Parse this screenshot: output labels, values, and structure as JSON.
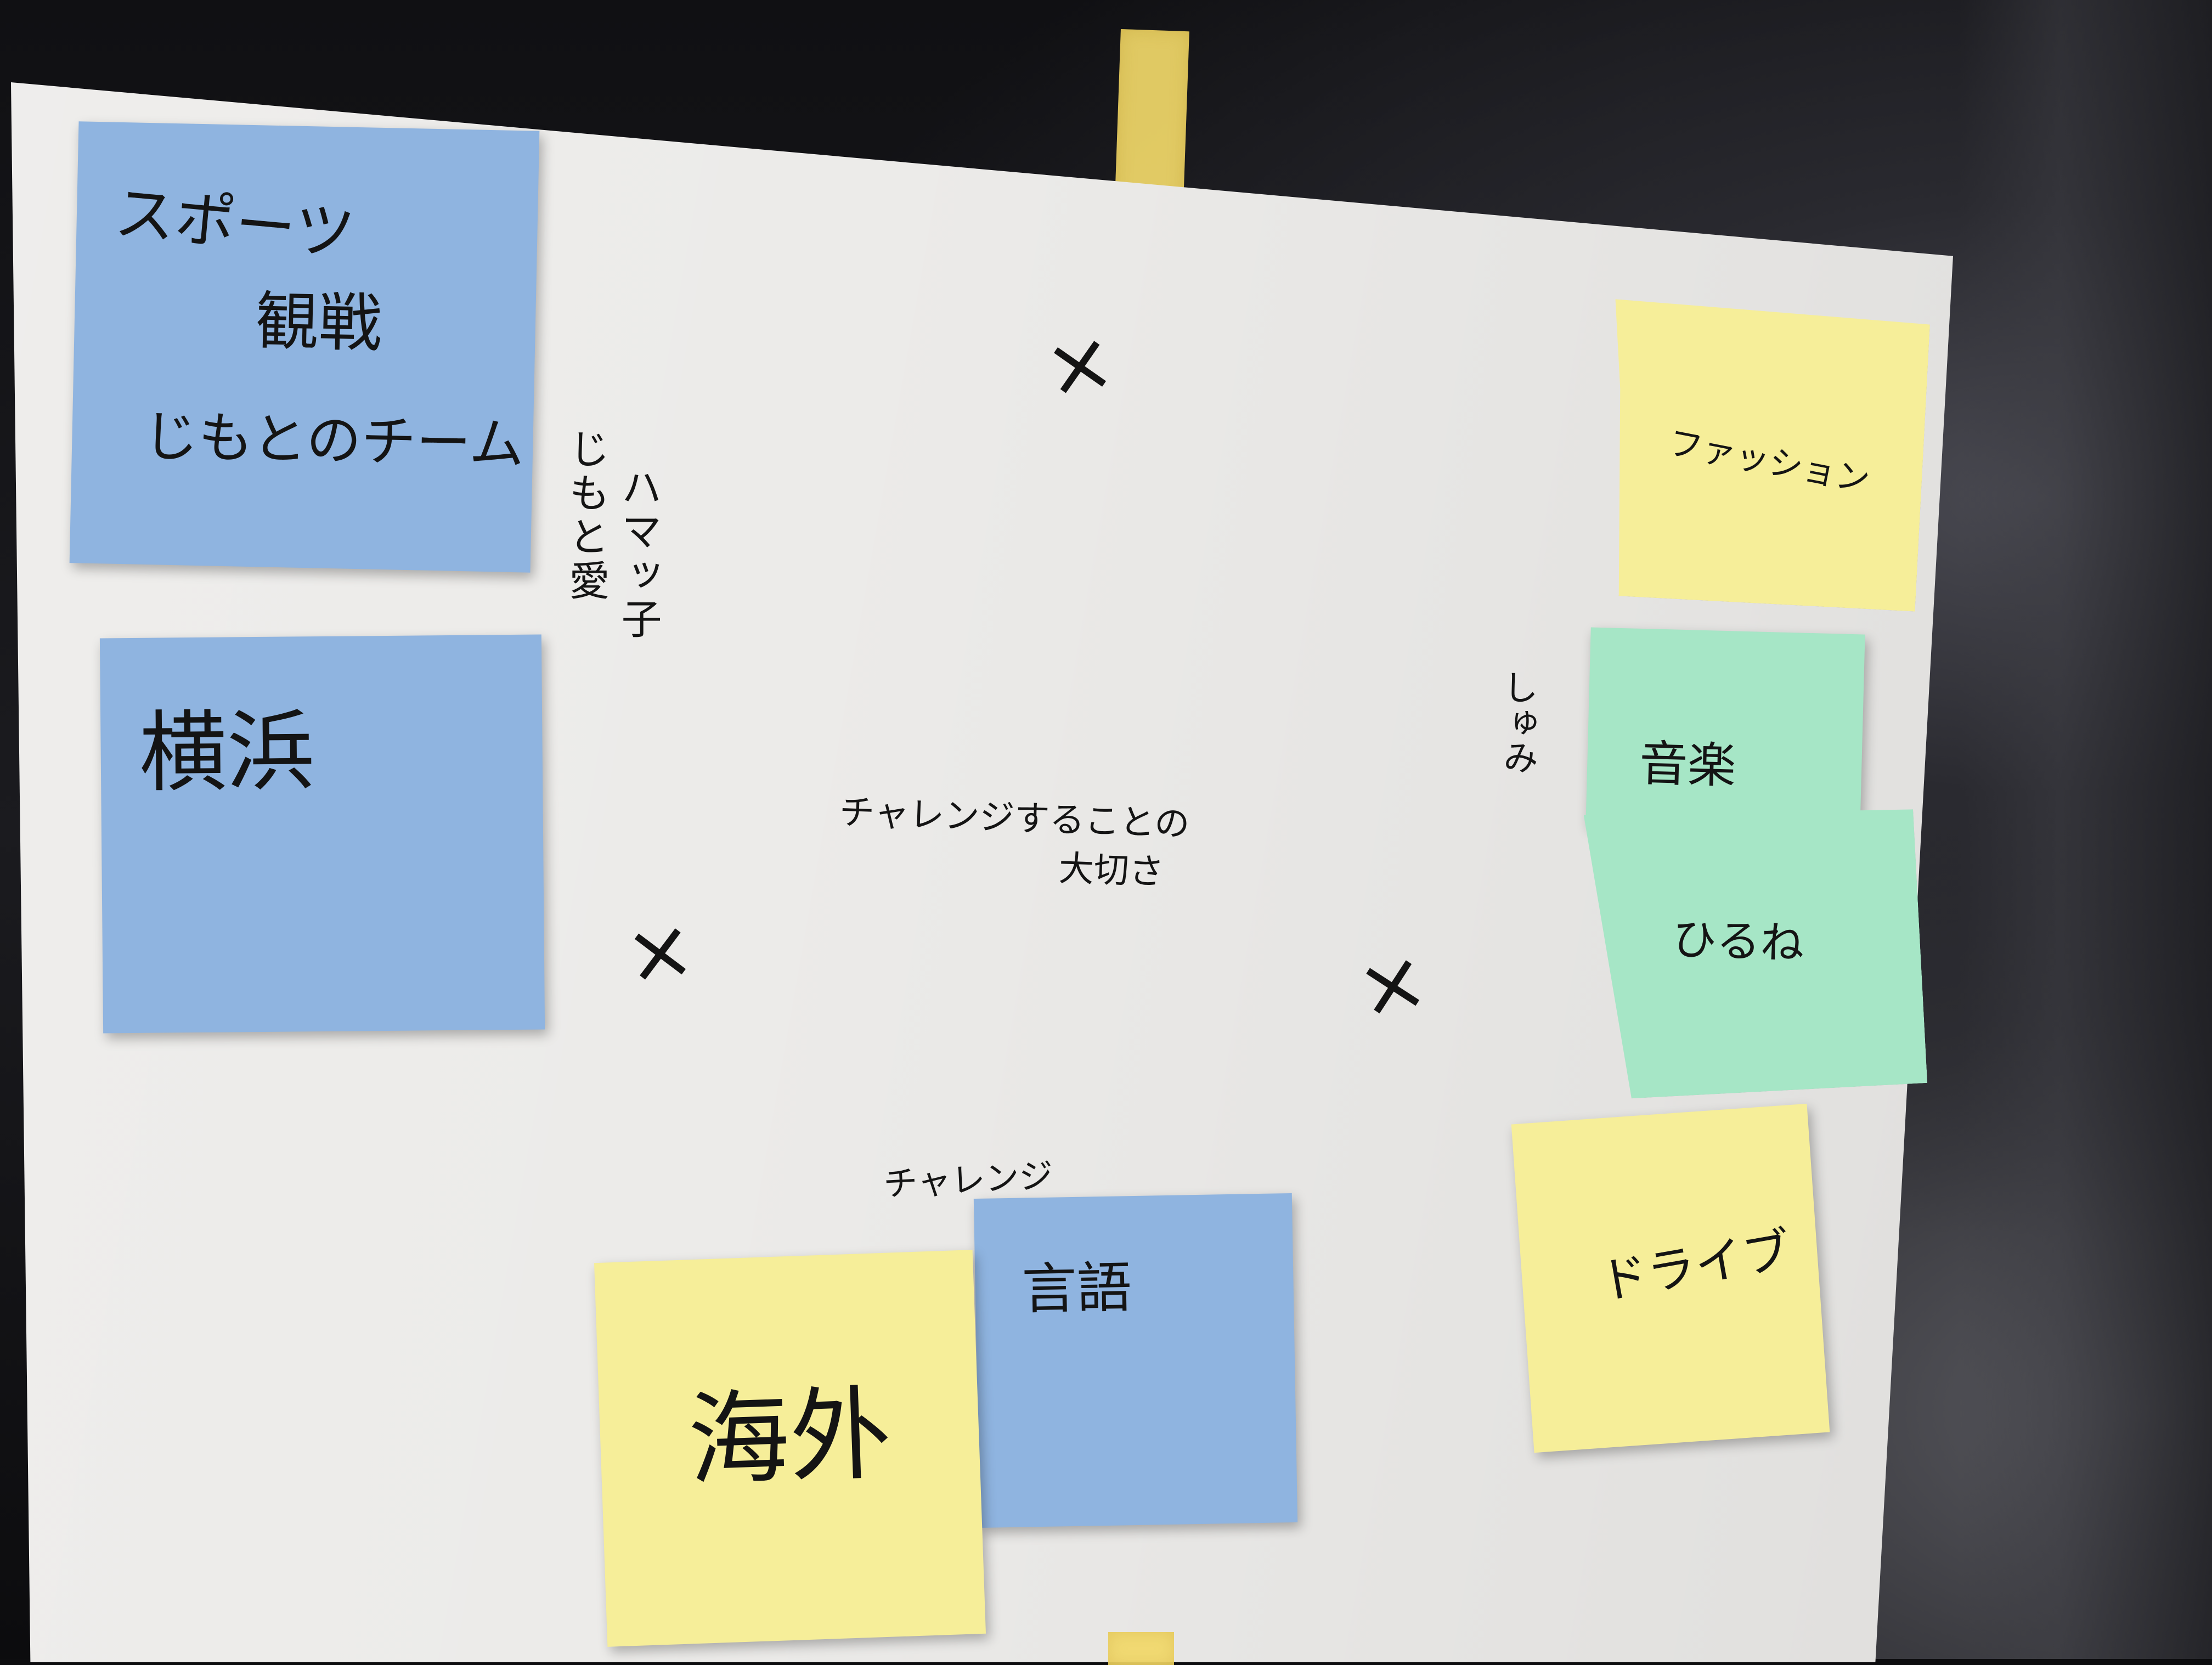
{
  "board": {
    "center_text": [
      "チャレンジすることの",
      "大切さ"
    ],
    "challenge_label": "チャレンジ",
    "side_note_vertical": [
      "ハマッ子",
      "じもと愛"
    ],
    "side_note_right": "しゅみ",
    "cross_mark": "×"
  },
  "sticky_notes": [
    {
      "color": "blue",
      "lines": [
        "スポーツ",
        "観戦",
        "じもとのチーム"
      ]
    },
    {
      "color": "blue",
      "lines": [
        "横浜"
      ]
    },
    {
      "color": "yellow",
      "lines": [
        "ファッション"
      ]
    },
    {
      "color": "green",
      "lines": [
        "音楽"
      ]
    },
    {
      "color": "green",
      "lines": [
        "ひるね"
      ]
    },
    {
      "color": "yellow",
      "lines": [
        "ドライブ"
      ]
    },
    {
      "color": "blue",
      "lines": [
        "言語"
      ]
    },
    {
      "color": "yellow",
      "lines": [
        "海外"
      ]
    }
  ],
  "colors": {
    "note_blue": "#8fb4e0",
    "note_yellow": "#f6ee99",
    "note_green": "#a6e6c6",
    "tape": "#f2d96a",
    "paper": "#ecebe9"
  }
}
